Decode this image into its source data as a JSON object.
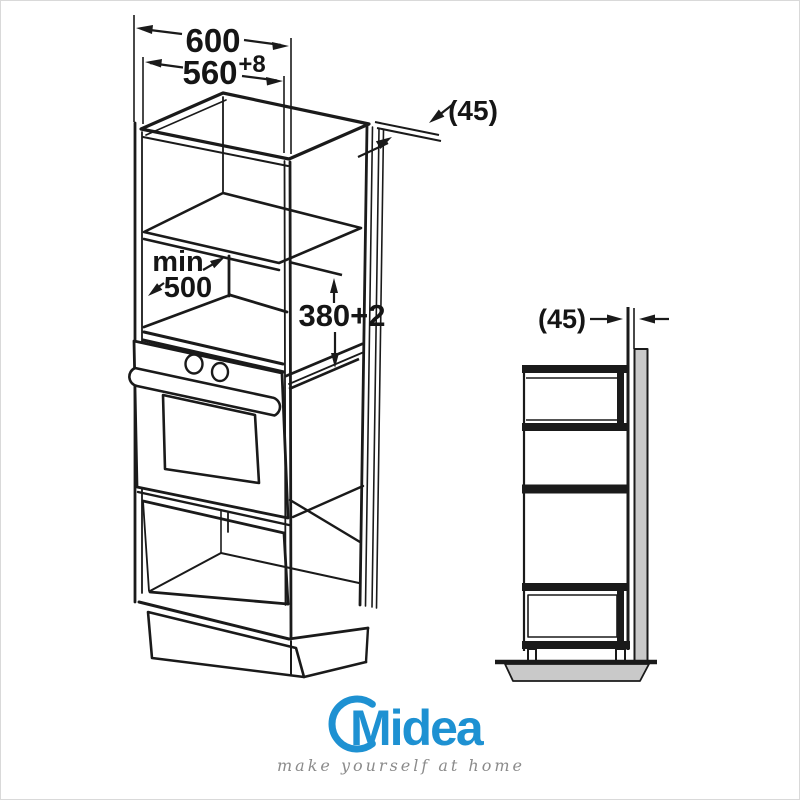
{
  "diagram": {
    "front_view": {
      "dim_width_outer": "600",
      "dim_width_inner": "560",
      "dim_width_inner_sup": "+8",
      "dim_rear_gap": "(45)",
      "dim_depth_label": "min",
      "dim_depth_value": "500",
      "dim_niche_height": "380+2"
    },
    "side_view": {
      "dim_wall_gap": "(45)"
    },
    "colors": {
      "line": "#1a1a1a",
      "wall": "#c9c9c9",
      "floor": "#c9c9c9"
    }
  },
  "logo": {
    "brand": "Midea",
    "tagline": "make yourself at home",
    "blue": "#1e91d2",
    "tagline_color": "#8b8b8b"
  }
}
